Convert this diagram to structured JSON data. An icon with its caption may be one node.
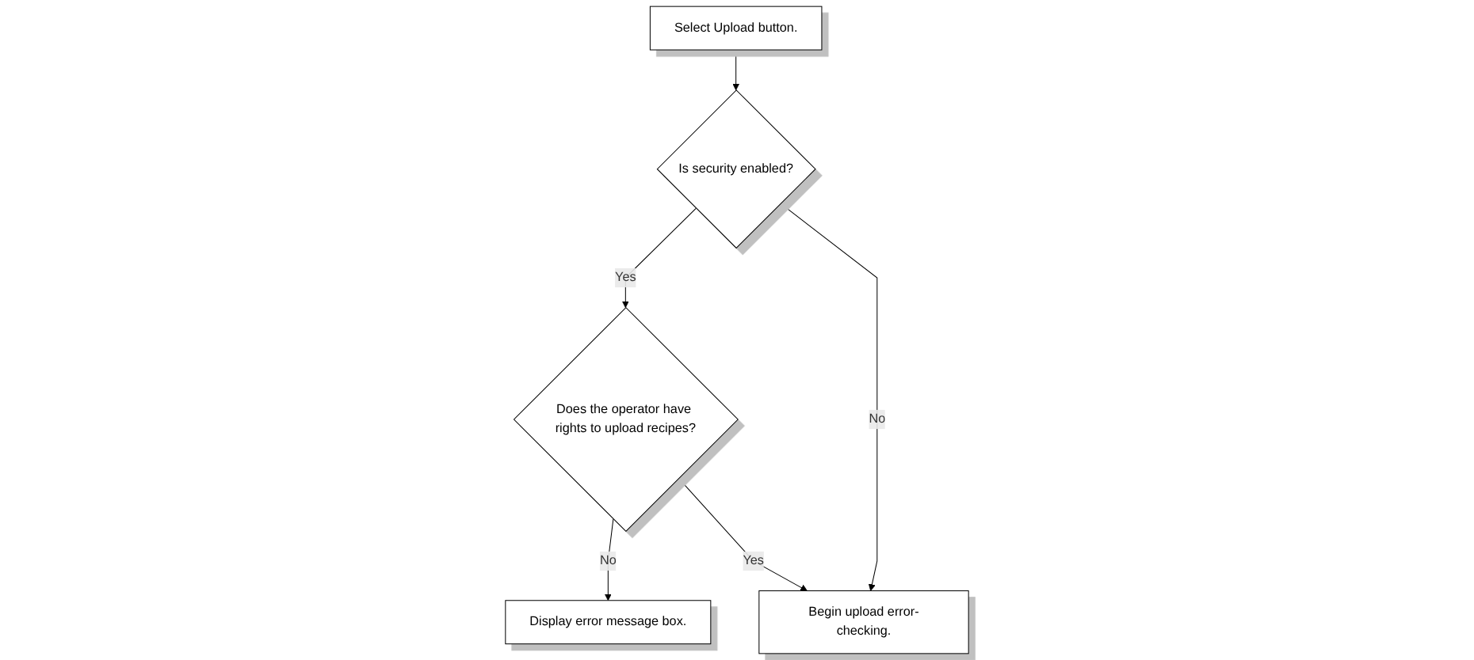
{
  "diagram": {
    "nodes": [
      {
        "text": [
          "Select Upload button."
        ]
      },
      {
        "text": [
          "Is security enabled?"
        ]
      },
      {
        "text": [
          "Does the operator have rights to upload recipes?"
        ]
      },
      {
        "text": [
          "Display error message box."
        ]
      },
      {
        "text": [
          "Begin upload error-checking."
        ]
      }
    ],
    "edges": [
      {
        "from": 0,
        "to": 1,
        "arrow": "to"
      },
      {
        "from": 1,
        "to": 2,
        "arrow": "to",
        "label": "Yes"
      },
      {
        "from": 2,
        "to": 3,
        "arrow": "to",
        "label": "No"
      },
      {
        "from": 1,
        "to": 4,
        "arrow": "to",
        "label": "No"
      },
      {
        "from": 2,
        "to": 4,
        "arrow": "to",
        "label": "Yes"
      }
    ]
  }
}
